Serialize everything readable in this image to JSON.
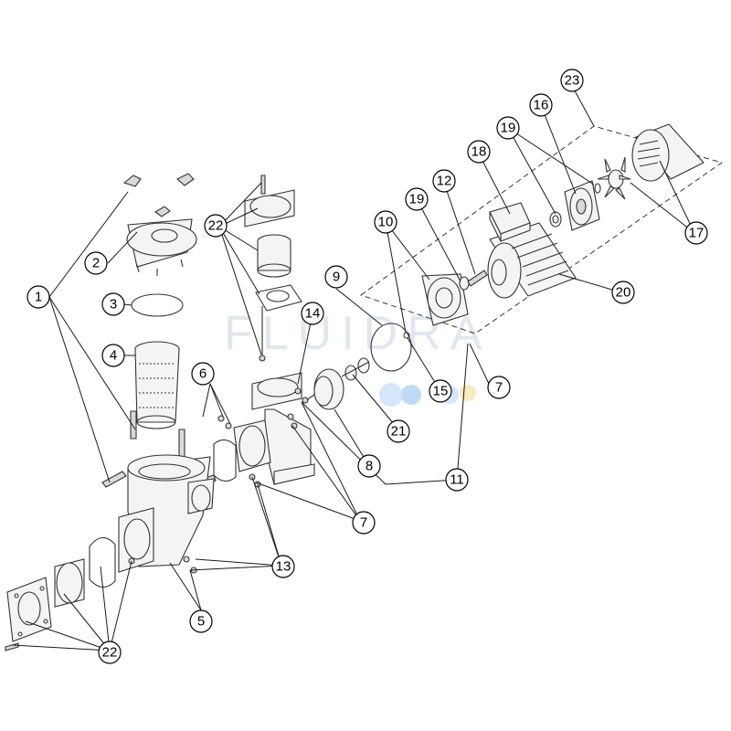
{
  "watermark": {
    "text": "FLUIDRA"
  },
  "callouts": [
    {
      "id": "c1",
      "label": "1"
    },
    {
      "id": "c2",
      "label": "2"
    },
    {
      "id": "c3",
      "label": "3"
    },
    {
      "id": "c4",
      "label": "4"
    },
    {
      "id": "c5",
      "label": "5"
    },
    {
      "id": "c6",
      "label": "6"
    },
    {
      "id": "c7a",
      "label": "7"
    },
    {
      "id": "c7b",
      "label": "7"
    },
    {
      "id": "c8",
      "label": "8"
    },
    {
      "id": "c9",
      "label": "9"
    },
    {
      "id": "c10",
      "label": "10"
    },
    {
      "id": "c11",
      "label": "11"
    },
    {
      "id": "c12",
      "label": "12"
    },
    {
      "id": "c13",
      "label": "13"
    },
    {
      "id": "c14",
      "label": "14"
    },
    {
      "id": "c15",
      "label": "15"
    },
    {
      "id": "c16",
      "label": "16"
    },
    {
      "id": "c17",
      "label": "17"
    },
    {
      "id": "c18",
      "label": "18"
    },
    {
      "id": "c19a",
      "label": "19"
    },
    {
      "id": "c19b",
      "label": "19"
    },
    {
      "id": "c20",
      "label": "20"
    },
    {
      "id": "c21",
      "label": "21"
    },
    {
      "id": "c22a",
      "label": "22"
    },
    {
      "id": "c22b",
      "label": "22"
    },
    {
      "id": "c23",
      "label": "23"
    }
  ],
  "colors": {
    "line": "#1a1a1a",
    "watermark": "#e4e6ef",
    "accent_dots": [
      "#d6e6fb",
      "#bfdaf5",
      "#f7ecc0"
    ]
  }
}
